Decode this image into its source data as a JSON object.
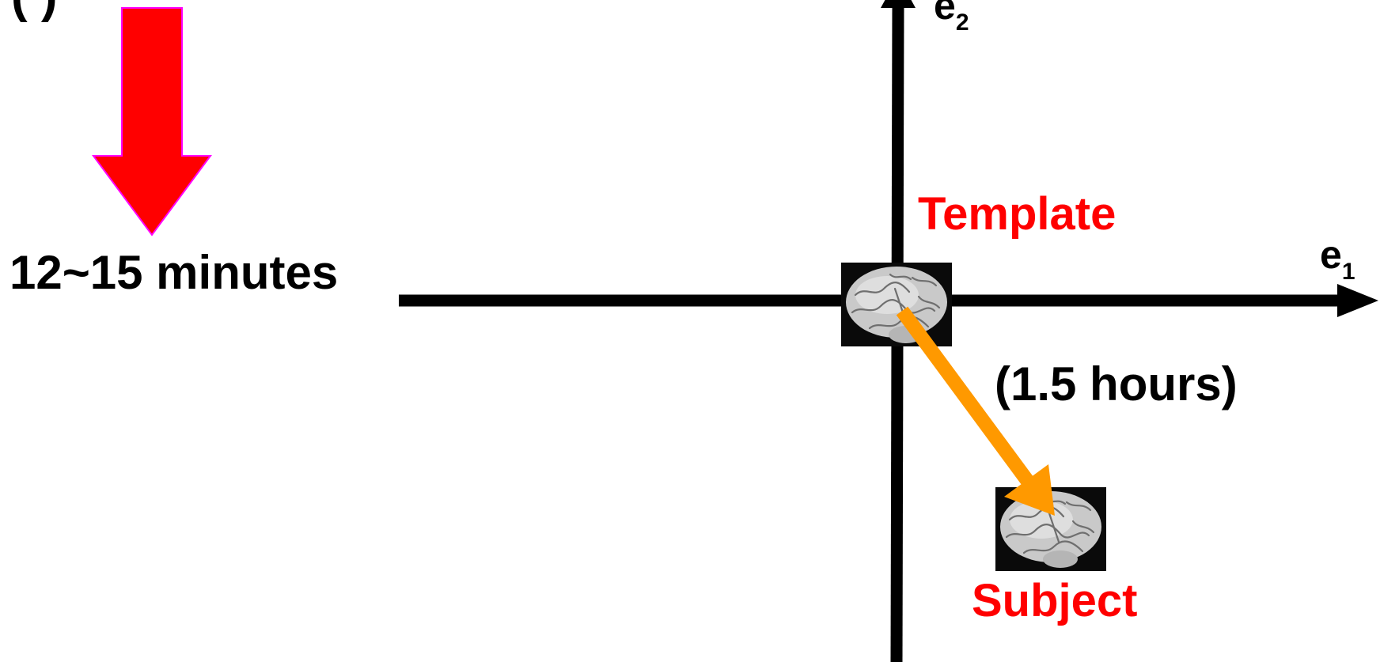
{
  "top_cut_text": "(            )",
  "fast_time": "12~15 minutes",
  "slow_time": "(1.5 hours)",
  "template_label": "Template",
  "subject_label": "Subject",
  "axis_e1": {
    "base": "e",
    "sub": "1"
  },
  "axis_e2": {
    "base": "e",
    "sub": "2"
  },
  "colors": {
    "down_arrow": "#ff0000",
    "down_arrow_outline": "#ff00ff",
    "registration_arrow": "#ff9900",
    "label_red": "#ff0000",
    "axis": "#000000",
    "text": "#000000"
  },
  "icons": {
    "template_image": "brain-mri-icon",
    "subject_image": "brain-mri-icon"
  }
}
